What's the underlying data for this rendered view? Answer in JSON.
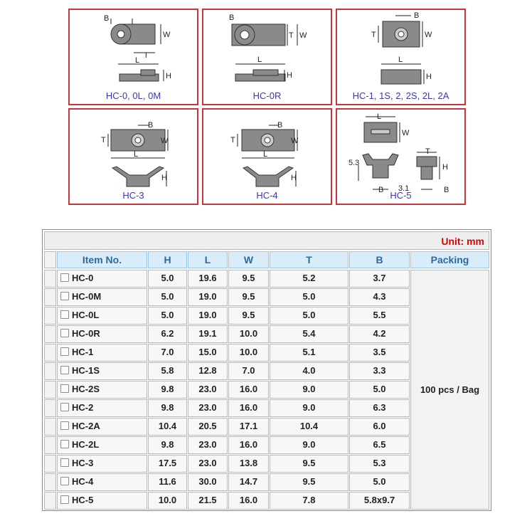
{
  "diagrams": [
    {
      "caption": "HC-0, 0L, 0M",
      "labels": [
        "B",
        "W",
        "T",
        "L",
        "H"
      ]
    },
    {
      "caption": "HC-0R",
      "labels": [
        "B",
        "T",
        "W",
        "L",
        "H"
      ]
    },
    {
      "caption": "HC-1, 1S, 2, 2S, 2L, 2A",
      "labels": [
        "B",
        "T",
        "W",
        "L",
        "H"
      ]
    },
    {
      "caption": "HC-3",
      "labels": [
        "B",
        "T",
        "W",
        "L",
        "H"
      ]
    },
    {
      "caption": "HC-4",
      "labels": [
        "B",
        "T",
        "W",
        "L",
        "H"
      ]
    },
    {
      "caption": "HC-5",
      "labels": [
        "L",
        "W",
        "T",
        "H",
        "5.3",
        "B",
        "3.1",
        "B"
      ]
    }
  ],
  "table": {
    "unit": "Unit: mm",
    "headers": [
      "Item No.",
      "H",
      "L",
      "W",
      "T",
      "B",
      "Packing"
    ],
    "packing": "100 pcs / Bag",
    "rows": [
      {
        "item": "HC-0",
        "H": "5.0",
        "L": "19.6",
        "W": "9.5",
        "T": "5.2",
        "B": "3.7"
      },
      {
        "item": "HC-0M",
        "H": "5.0",
        "L": "19.0",
        "W": "9.5",
        "T": "5.0",
        "B": "4.3"
      },
      {
        "item": "HC-0L",
        "H": "5.0",
        "L": "19.0",
        "W": "9.5",
        "T": "5.0",
        "B": "5.5"
      },
      {
        "item": "HC-0R",
        "H": "6.2",
        "L": "19.1",
        "W": "10.0",
        "T": "5.4",
        "B": "4.2"
      },
      {
        "item": "HC-1",
        "H": "7.0",
        "L": "15.0",
        "W": "10.0",
        "T": "5.1",
        "B": "3.5"
      },
      {
        "item": "HC-1S",
        "H": "5.8",
        "L": "12.8",
        "W": "7.0",
        "T": "4.0",
        "B": "3.3"
      },
      {
        "item": "HC-2S",
        "H": "9.8",
        "L": "23.0",
        "W": "16.0",
        "T": "9.0",
        "B": "5.0"
      },
      {
        "item": "HC-2",
        "H": "9.8",
        "L": "23.0",
        "W": "16.0",
        "T": "9.0",
        "B": "6.3"
      },
      {
        "item": "HC-2A",
        "H": "10.4",
        "L": "20.5",
        "W": "17.1",
        "T": "10.4",
        "B": "6.0"
      },
      {
        "item": "HC-2L",
        "H": "9.8",
        "L": "23.0",
        "W": "16.0",
        "T": "9.0",
        "B": "6.5"
      },
      {
        "item": "HC-3",
        "H": "17.5",
        "L": "23.0",
        "W": "13.8",
        "T": "9.5",
        "B": "5.3"
      },
      {
        "item": "HC-4",
        "H": "11.6",
        "L": "30.0",
        "W": "14.7",
        "T": "9.5",
        "B": "5.0"
      },
      {
        "item": "HC-5",
        "H": "10.0",
        "L": "21.5",
        "W": "16.0",
        "T": "7.8",
        "B": "5.8x9.7"
      }
    ]
  }
}
